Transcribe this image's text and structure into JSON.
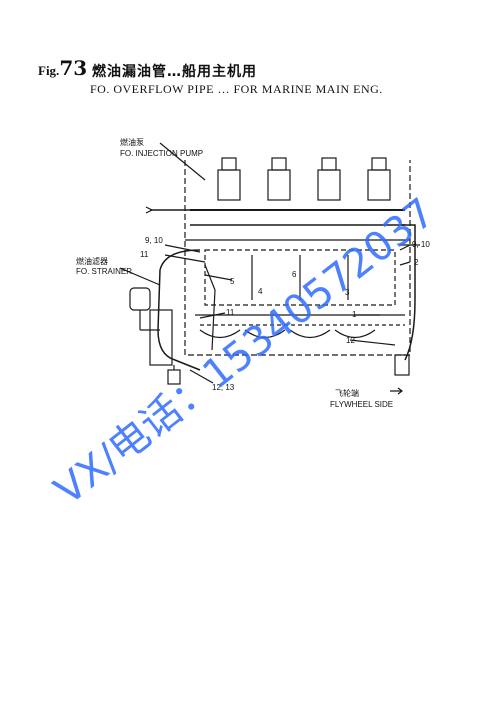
{
  "header": {
    "fig_prefix": "Fig.",
    "fig_number": "73",
    "title_cn": "燃油漏油管…船用主机用",
    "title_en": "FO. OVERFLOW PIPE … FOR MARINE MAIN ENG."
  },
  "labels": {
    "injection_pump_cn": "燃油泵",
    "injection_pump_en": "FO. INJECTION PUMP",
    "strainer_cn": "燃油滤器",
    "strainer_en": "FO. STRAINER",
    "flywheel_cn": "飞轮端",
    "flywheel_en": "FLYWHEEL SIDE"
  },
  "part_numbers": {
    "p910_left": "9, 10",
    "p11_left": "11",
    "p5": "5",
    "p4": "4",
    "p6": "6",
    "p3": "3",
    "p11_mid": "11",
    "p1": "1",
    "p12": "12",
    "p1213": "12, 13",
    "p910_right": "9, 10",
    "p2": "2"
  },
  "watermark": "VX/电话：15340572037",
  "colors": {
    "line": "#1a1a1a",
    "watermark": "#2e6cff"
  }
}
